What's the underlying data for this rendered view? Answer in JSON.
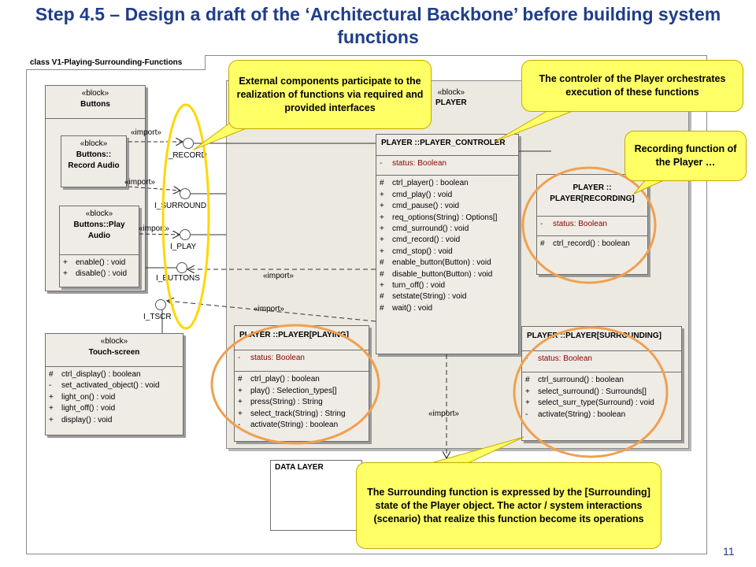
{
  "title": "Step 4.5 – Design a draft of the ‘Architectural Backbone’ before building system functions",
  "frame_label": "class V1-Playing-Surrounding-Functions",
  "page_number": "11",
  "import_label": "«import»",
  "blocks": {
    "buttons": {
      "stereotype": "«block»",
      "name": "Buttons"
    },
    "record_audio": {
      "stereotype": "«block»",
      "name1": "Buttons::",
      "name2": "Record Audio"
    },
    "play_audio": {
      "stereotype": "«block»",
      "name1": "Buttons::Play",
      "name2": "Audio",
      "ops": [
        {
          "vis": "+",
          "text": "enable() : void"
        },
        {
          "vis": "+",
          "text": "disable() : void"
        }
      ]
    },
    "touch_screen": {
      "stereotype": "«block»",
      "name": "Touch-screen",
      "ops": [
        {
          "vis": "#",
          "text": "ctrl_display() : boolean"
        },
        {
          "vis": "-",
          "text": "set_activated_object() : void"
        },
        {
          "vis": "+",
          "text": "light_on() : void"
        },
        {
          "vis": "+",
          "text": "light_off() : void"
        },
        {
          "vis": "+",
          "text": "display() : void"
        }
      ]
    },
    "player": {
      "stereotype": "«block»",
      "name": "PLAYER"
    },
    "controler": {
      "name": "PLAYER ::PLAYER_CONTROLER",
      "attr": {
        "vis": "-",
        "text": "status: Boolean"
      },
      "ops": [
        {
          "vis": "#",
          "text": "ctrl_player() : boolean"
        },
        {
          "vis": "+",
          "text": "cmd_play() : void"
        },
        {
          "vis": "+",
          "text": "cmd_pause() : void"
        },
        {
          "vis": "+",
          "text": "req_options(String) : Options[]"
        },
        {
          "vis": "+",
          "text": "cmd_surround() : void"
        },
        {
          "vis": "+",
          "text": "cmd_record() : void"
        },
        {
          "vis": "+",
          "text": "cmd_stop() : void"
        },
        {
          "vis": "#",
          "text": "enable_button(Button) : void"
        },
        {
          "vis": "#",
          "text": "disable_button(Button) : void"
        },
        {
          "vis": "+",
          "text": "turn_off() : void"
        },
        {
          "vis": "#",
          "text": "setstate(String) : void"
        },
        {
          "vis": "#",
          "text": "wait() : void"
        }
      ]
    },
    "recording": {
      "name1": "PLAYER ::",
      "name2": "PLAYER[RECORDING]",
      "attr": {
        "vis": "-",
        "text": "status: Boolean"
      },
      "ops": [
        {
          "vis": "#",
          "text": "ctrl_record() : boolean"
        }
      ]
    },
    "playing": {
      "name": "PLAYER ::PLAYER[PLAYING]",
      "attr": {
        "vis": "-",
        "text": "status: Boolean"
      },
      "ops": [
        {
          "vis": "#",
          "text": "ctrl_play() : boolean"
        },
        {
          "vis": "+",
          "text": "play() : Selection_types[]"
        },
        {
          "vis": "+",
          "text": "press(String) : String"
        },
        {
          "vis": "+",
          "text": "select_track(String) : String"
        },
        {
          "vis": "-",
          "text": "activate(String) : boolean"
        }
      ]
    },
    "surrounding": {
      "name": "PLAYER ::PLAYER[SURROUNDING]",
      "attr": {
        "vis": "-",
        "text": "status: Boolean"
      },
      "ops": [
        {
          "vis": "#",
          "text": "ctrl_surround() : boolean"
        },
        {
          "vis": "+",
          "text": "select_surround() : Surrounds[]"
        },
        {
          "vis": "+",
          "text": "select_surr_type(Surround) : void"
        },
        {
          "vis": "-",
          "text": "activate(String) : boolean"
        }
      ]
    },
    "data_layer": {
      "name": "DATA LAYER"
    }
  },
  "interfaces": {
    "record": "I_RECORD",
    "surround": "I_SURROUND",
    "play": "I_PLAY",
    "buttons": "I_BUTTONS",
    "tscr": "I_TSCR"
  },
  "callouts": {
    "external": "External components participate to the realization of functions via required and provided interfaces",
    "controler": "The controler of the Player orchestrates execution of these functions",
    "recording": "Recording function of the Player …",
    "surrounding": "The Surrounding function is expressed by the [Surrounding] state of the Player object. The actor / system interactions (scenario) that realize this function become its operations"
  },
  "colors": {
    "title": "#1f3d8a",
    "callout_fill": "#ffff66",
    "highlight_yellow": "#ffd700",
    "highlight_orange": "#f0a050",
    "attribute": "#8b0000"
  }
}
